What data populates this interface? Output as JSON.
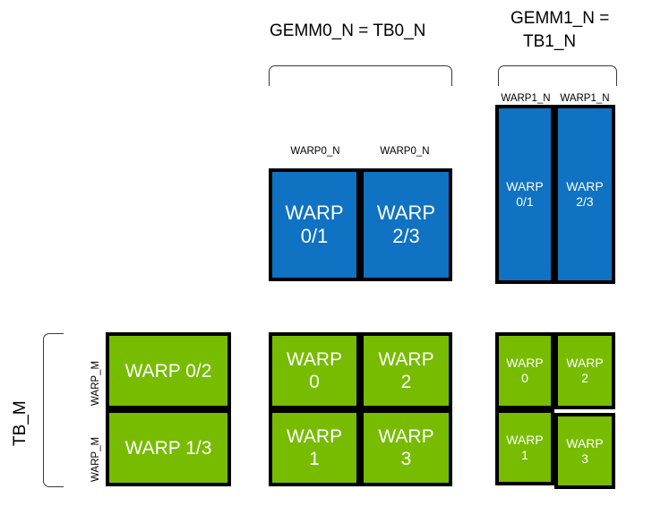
{
  "diagram": {
    "title_gemm0": "GEMM0_N = TB0_N",
    "title_gemm1_line1": "GEMM1_N =",
    "title_gemm1_line2": "TB1_N",
    "title_tb_m": "TB_M"
  },
  "labels": {
    "warp0_n_left": "WARP0_N",
    "warp0_n_right": "WARP0_N",
    "warp1_n_left": "WARP1_N",
    "warp1_n_right": "WARP1_N",
    "warp_m_top": "WARP_M",
    "warp_m_bottom": "WARP_M"
  },
  "blue_group_gemm0": {
    "color": "#0f72c2",
    "cells": [
      {
        "name": "warp-0-1",
        "text": "WARP\n0/1"
      },
      {
        "name": "warp-2-3",
        "text": "WARP\n2/3"
      }
    ]
  },
  "blue_group_gemm1": {
    "color": "#0f72c2",
    "cells": [
      {
        "name": "warp-0-1",
        "text": "WARP\n0/1"
      },
      {
        "name": "warp-2-3",
        "text": "WARP\n2/3"
      }
    ]
  },
  "green_group_left": {
    "color": "#77bc01",
    "cells": [
      {
        "name": "warp-0-2",
        "text": "WARP 0/2"
      },
      {
        "name": "warp-1-3",
        "text": "WARP 1/3"
      }
    ]
  },
  "green_group_middle": {
    "color": "#77bc01",
    "cells": [
      {
        "name": "warp-0",
        "text": "WARP\n0"
      },
      {
        "name": "warp-2",
        "text": "WARP\n2"
      },
      {
        "name": "warp-1",
        "text": "WARP\n1"
      },
      {
        "name": "warp-3",
        "text": "WARP\n3"
      }
    ]
  },
  "green_group_right": {
    "color": "#77bc01",
    "cells": [
      {
        "name": "warp-0",
        "text": "WARP\n0"
      },
      {
        "name": "warp-2",
        "text": "WARP\n2"
      },
      {
        "name": "warp-1",
        "text": "WARP\n1"
      },
      {
        "name": "warp-3",
        "text": "WARP\n3"
      }
    ]
  }
}
